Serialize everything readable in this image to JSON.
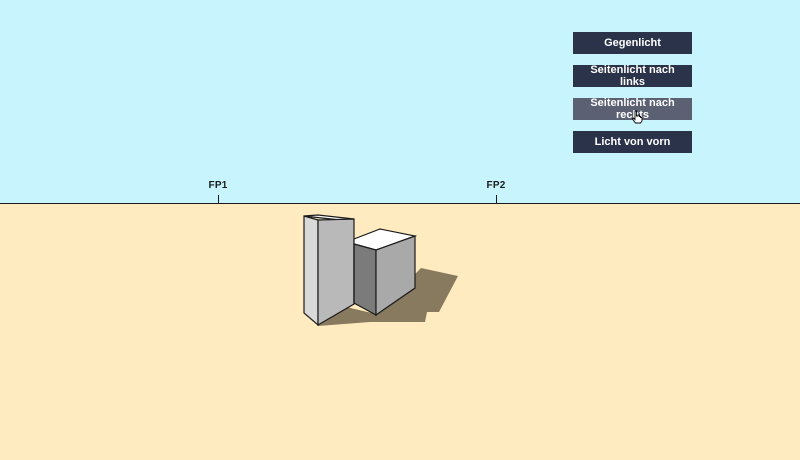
{
  "scene": {
    "vanishing_points": [
      {
        "label": "FP1"
      },
      {
        "label": "FP2"
      }
    ]
  },
  "colors": {
    "sky": "#c8f5fd",
    "ground": "#ffebbf",
    "button": "#2a3349",
    "button_hover": "#5b6072",
    "shadow": "#887a5e"
  },
  "menu": {
    "buttons": [
      {
        "label": "Gegenlicht"
      },
      {
        "label": "Seitenlicht nach links"
      },
      {
        "label": "Seitenlicht nach rechts",
        "state": "hover"
      },
      {
        "label": "Licht von vorn"
      }
    ]
  },
  "cursor": {
    "icon": "hand-pointer-icon"
  }
}
